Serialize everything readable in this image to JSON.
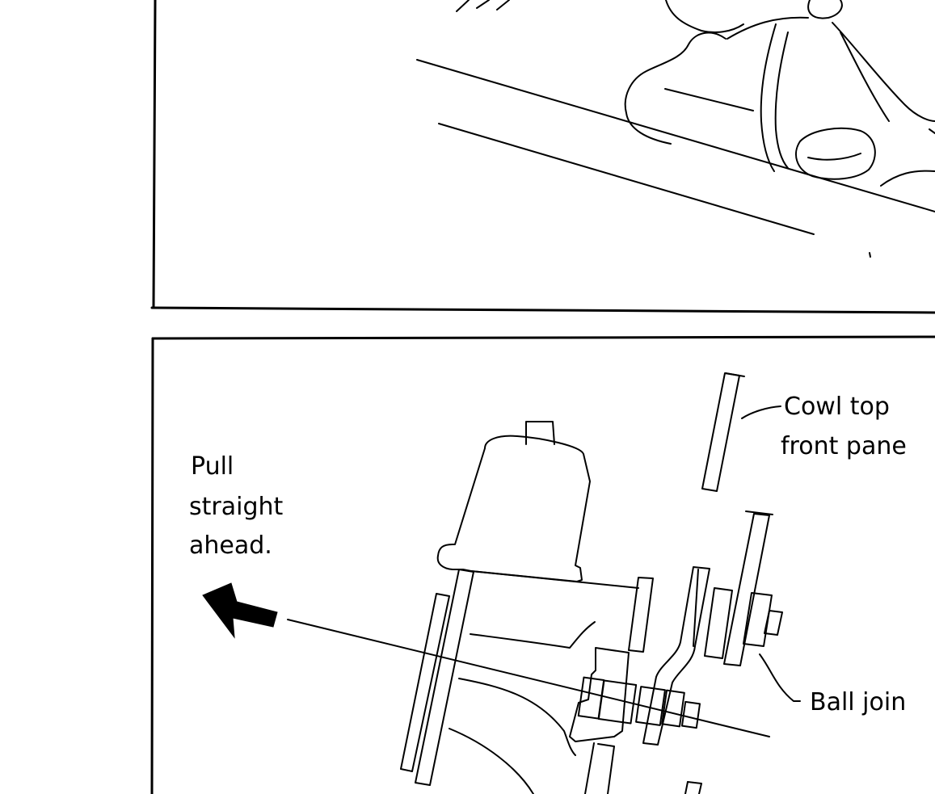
{
  "labels": {
    "pull_line1": "Pull",
    "pull_line2": "straight",
    "pull_line3": "ahead.",
    "cowl_line1": "Cowl top",
    "cowl_line2": "front pane",
    "ball_joint": "Ball join"
  },
  "icons": {
    "arrow": "pull-direction-arrow-icon"
  },
  "colors": {
    "ink": "#000000",
    "paper": "#ffffff"
  }
}
